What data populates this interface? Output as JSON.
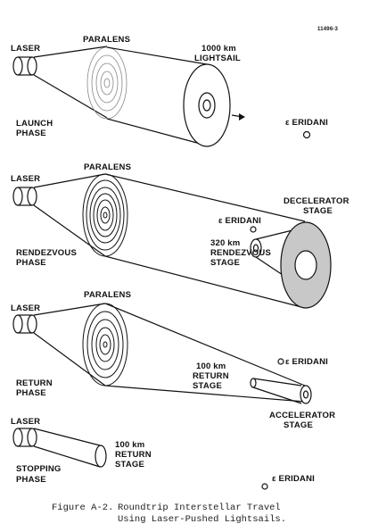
{
  "figure_id": "11496-3",
  "phases": [
    {
      "laser": "LASER",
      "paralens": "PARALENS",
      "phase": [
        "LAUNCH",
        "PHASE"
      ],
      "sail": [
        "1000 km",
        "LIGHTSAIL"
      ],
      "star": "ε ERIDANI"
    },
    {
      "laser": "LASER",
      "paralens": "PARALENS",
      "phase": [
        "RENDEZVOUS",
        "PHASE"
      ],
      "stage_a": [
        "320 km",
        "RENDEZVOUS",
        "STAGE"
      ],
      "stage_b": [
        "DECELERATOR",
        "STAGE"
      ],
      "star": "ε ERIDANI"
    },
    {
      "laser": "LASER",
      "paralens": "PARALENS",
      "phase": [
        "RETURN",
        "PHASE"
      ],
      "stage_a": [
        "100 km",
        "RETURN",
        "STAGE"
      ],
      "stage_b": [
        "ACCELERATOR",
        "STAGE"
      ],
      "star": "ε ERIDANI"
    },
    {
      "laser": "LASER",
      "phase": [
        "STOPPING",
        "PHASE"
      ],
      "stage_a": [
        "100 km",
        "RETURN",
        "STAGE"
      ],
      "star": "ε ERIDANI"
    }
  ],
  "caption": {
    "figure": "Figure A-2.",
    "line1": "Roundtrip Interstellar Travel",
    "line2": "Using Laser-Pushed Lightsails."
  }
}
